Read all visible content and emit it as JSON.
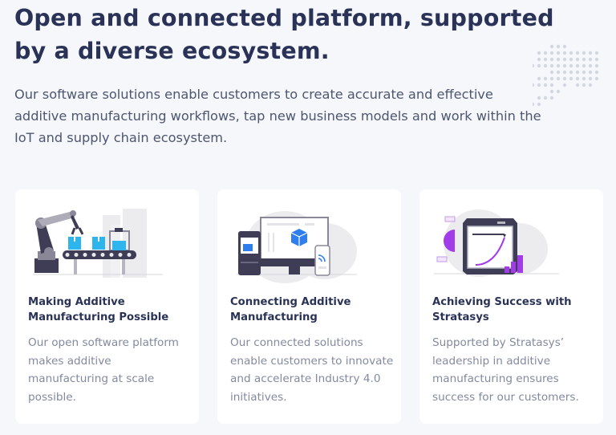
{
  "hero": {
    "headline": "Open and connected platform, supported by a diverse ecosystem.",
    "intro": "Our software solutions enable customers to create accurate and effective additive manufacturing workflows, tap new business models and work within the IoT and supply chain ecosystem."
  },
  "cards": [
    {
      "illustration": "robot-arm-conveyor-illustration",
      "title": "Making Additive Manufacturing Possible",
      "body": "Our open software platform makes additive manufacturing at scale possible."
    },
    {
      "illustration": "connected-devices-illustration",
      "title": "Connecting Additive Manufacturing",
      "body": "Our connected solutions enable customers to innovate and accelerate Industry 4.0 initiatives."
    },
    {
      "illustration": "3d-printer-analytics-illustration",
      "title": "Achieving Success with Stratasys",
      "body": "Supported by Stratasys’ leadership in additive manufacturing ensures success for our customers."
    }
  ],
  "colors": {
    "background": "#f5f7fb",
    "heading": "#2a3357",
    "body_text": "#838aa0",
    "accent_blue": "#2fb5ee",
    "accent_purple": "#a23ce8",
    "illustration_dark": "#3f3d56"
  }
}
